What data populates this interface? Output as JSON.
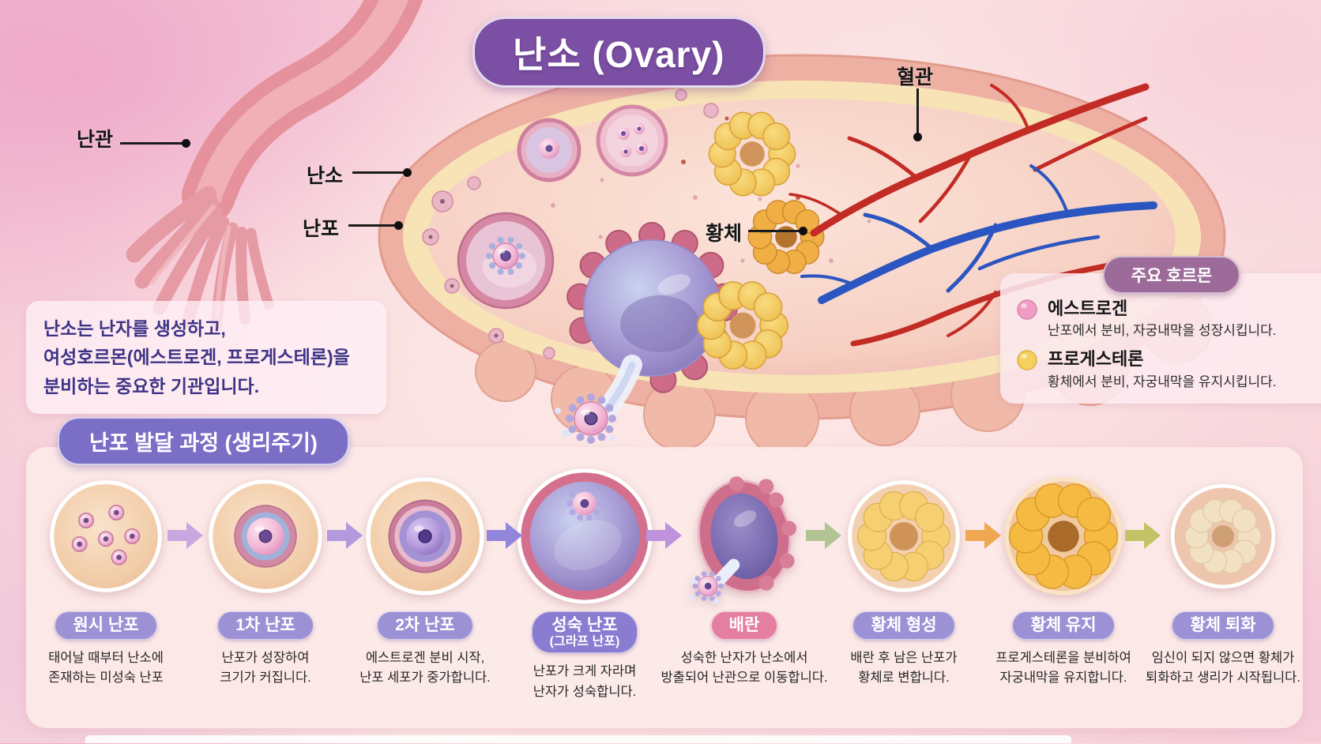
{
  "title": "난소 (Ovary)",
  "anatomy": {
    "fallopian_tube": "난관",
    "ovary": "난소",
    "follicle": "난포",
    "blood_vessel": "혈관",
    "corpus_luteum": "황체"
  },
  "intro": {
    "line1": "난소는 난자를 생성하고,",
    "line2": "여성호르몬(에스트로겐, 프로게스테론)을",
    "line3": "분비하는 중요한 기관입니다."
  },
  "hormones": {
    "title": "주요 호르몬",
    "items": [
      {
        "name": "에스트로겐",
        "desc": "난포에서 분비, 자궁내막을 성장시킵니다.",
        "color": "#ef9dc5"
      },
      {
        "name": "프로게스테론",
        "desc": "황체에서 분비, 자궁내막을 유지시킵니다.",
        "color": "#f5d05e"
      }
    ]
  },
  "process": {
    "title": "난포 발달 과정 (생리주기)",
    "stages": [
      {
        "label": "원시 난포",
        "desc1": "태어날 때부터 난소에",
        "desc2": "존재하는 미성숙 난포",
        "pill_color": "#9d91d5"
      },
      {
        "label": "1차 난포",
        "desc1": "난포가 성장하여",
        "desc2": "크기가 커집니다.",
        "pill_color": "#9d91d5"
      },
      {
        "label": "2차 난포",
        "desc1": "에스트로겐 분비 시작,",
        "desc2": "난포 세포가 중가합니다.",
        "pill_color": "#9d91d5"
      },
      {
        "label": "성숙 난포",
        "label2": "(그라프 난포)",
        "desc1": "난포가 크게 자라며",
        "desc2": "난자가 성숙합니다.",
        "pill_color": "#8a7cd0"
      },
      {
        "label": "배란",
        "desc1": "성숙한 난자가 난소에서",
        "desc2": "방출되어 난관으로 이동합니다.",
        "pill_color": "#e57f9f"
      },
      {
        "label": "황체 형성",
        "desc1": "배란 후 남은 난포가",
        "desc2": "황체로 변합니다.",
        "pill_color": "#9d91d5"
      },
      {
        "label": "황체 유지",
        "desc1": "프로게스테론을 분비하여",
        "desc2": "자궁내막을 유지합니다.",
        "pill_color": "#9d91d5"
      },
      {
        "label": "황체 퇴화",
        "desc1": "임신이 되지 않으면 황체가",
        "desc2": "퇴화하고 생리가 시작됩니다.",
        "pill_color": "#9d91d5"
      }
    ],
    "arrow_colors": [
      "#c9a6e0",
      "#b399dd",
      "#9186dc",
      "#bf93dc",
      "#b2c494",
      "#f0a751",
      "#c1c364"
    ],
    "accent": {
      "title_badge": "#7b4fa3",
      "process_badge": "#7a6ec7",
      "legend_badge": "#9d6b99"
    }
  }
}
